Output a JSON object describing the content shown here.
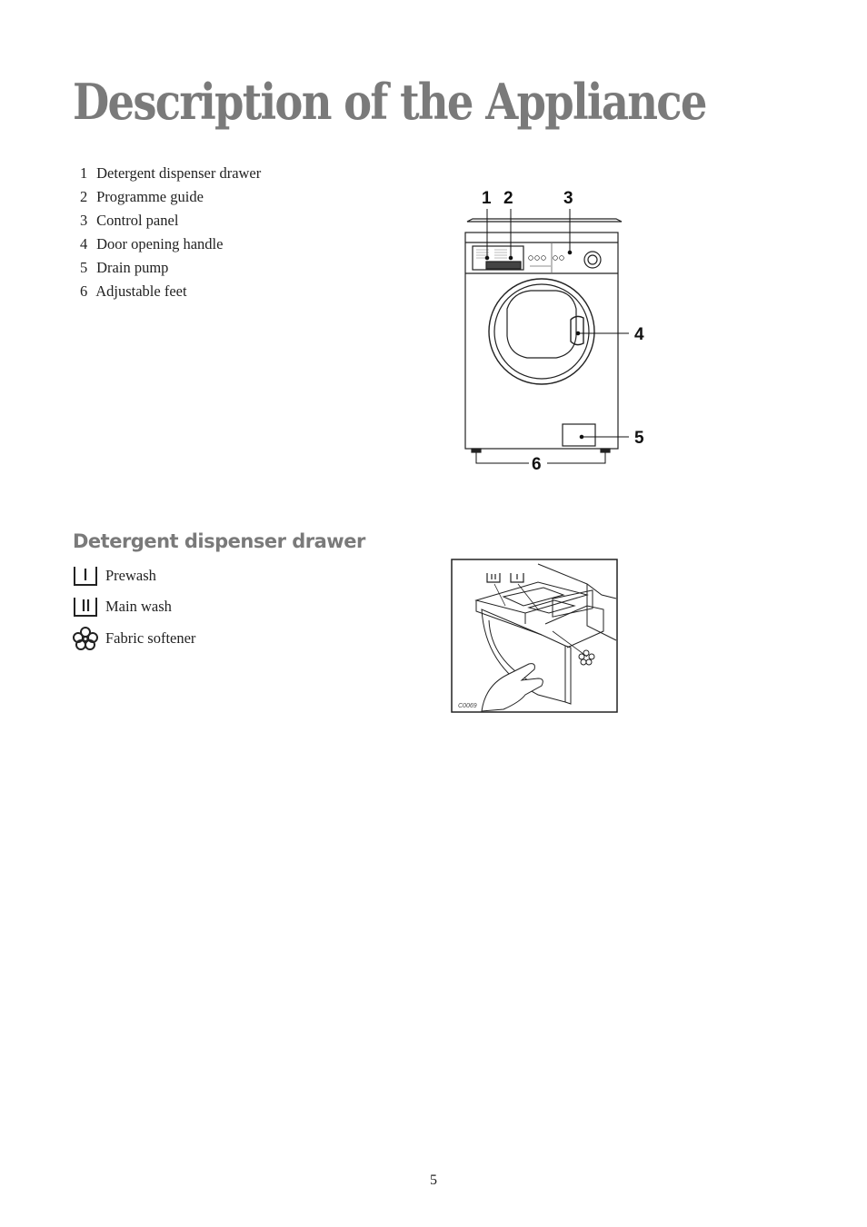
{
  "page": {
    "title": "Description of the Appliance",
    "page_number": "5"
  },
  "parts": {
    "items": [
      {
        "num": "1",
        "label": "Detergent dispenser drawer"
      },
      {
        "num": "2",
        "label": "Programme guide"
      },
      {
        "num": "3",
        "label": "Control panel"
      },
      {
        "num": "4",
        "label": "Door opening handle"
      },
      {
        "num": "5",
        "label": "Drain pump"
      },
      {
        "num": "6",
        "label": "Adjustable feet"
      }
    ]
  },
  "figure1": {
    "callouts": [
      "1",
      "2",
      "3",
      "4",
      "5",
      "6"
    ]
  },
  "dispenser": {
    "title": "Detergent dispenser drawer",
    "compartments": [
      {
        "icon": "prewash-compartment-icon",
        "label": "Prewash"
      },
      {
        "icon": "main-wash-compartment-icon",
        "label": "Main wash"
      },
      {
        "icon": "fabric-softener-flower-icon",
        "label": "Fabric softener"
      }
    ]
  },
  "figure2": {
    "code": "C0069"
  }
}
